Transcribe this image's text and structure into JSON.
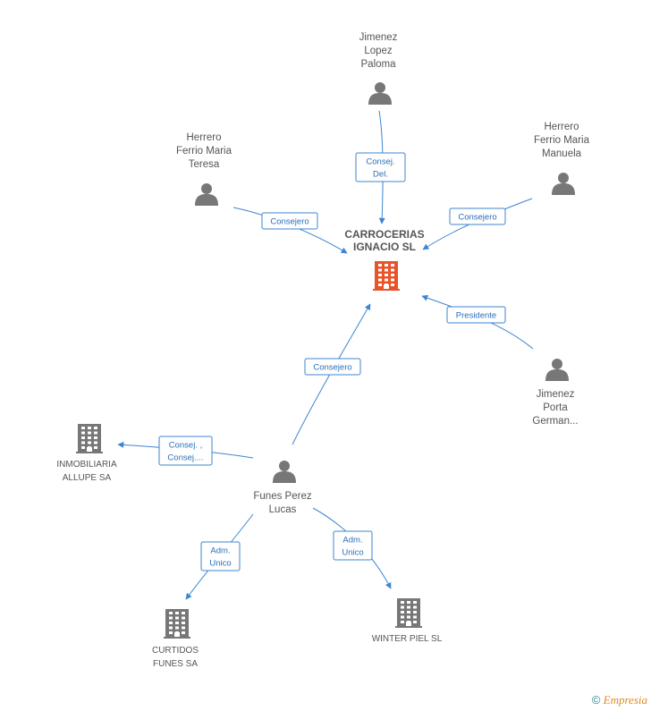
{
  "colors": {
    "edge": "#3d85d1",
    "person": "#777777",
    "company": "#777777",
    "center": "#e8532a"
  },
  "footer": {
    "copyright": "©",
    "brand_initial": "E",
    "brand_rest": "mpresia"
  },
  "nodes": [
    {
      "id": "center",
      "kind": "company-center",
      "lines": [
        "CARROCERIAS",
        "IGNACIO SL"
      ]
    },
    {
      "id": "jlp",
      "kind": "person",
      "lines": [
        "Jimenez",
        "Lopez",
        "Paloma"
      ]
    },
    {
      "id": "hfmt",
      "kind": "person",
      "lines": [
        "Herrero",
        "Ferrio Maria",
        "Teresa"
      ]
    },
    {
      "id": "hfmm",
      "kind": "person",
      "lines": [
        "Herrero",
        "Ferrio Maria",
        "Manuela"
      ]
    },
    {
      "id": "jpg",
      "kind": "person",
      "lines": [
        "Jimenez",
        "Porta",
        "German..."
      ]
    },
    {
      "id": "fpl",
      "kind": "person",
      "lines": [
        "Funes Perez",
        "Lucas"
      ]
    },
    {
      "id": "inmo",
      "kind": "company",
      "lines": [
        "INMOBILIARIA",
        "ALLUPE SA"
      ]
    },
    {
      "id": "curt",
      "kind": "company",
      "lines": [
        "CURTIDOS",
        "FUNES SA"
      ]
    },
    {
      "id": "wint",
      "kind": "company",
      "lines": [
        "WINTER PIEL SL"
      ]
    }
  ],
  "edges": [
    {
      "from": "jlp",
      "to": "center",
      "label": [
        "Consej.",
        "Del."
      ]
    },
    {
      "from": "hfmt",
      "to": "center",
      "label": [
        "Consejero"
      ]
    },
    {
      "from": "hfmm",
      "to": "center",
      "label": [
        "Consejero"
      ]
    },
    {
      "from": "jpg",
      "to": "center",
      "label": [
        "Presidente"
      ]
    },
    {
      "from": "fpl",
      "to": "center",
      "label": [
        "Consejero"
      ]
    },
    {
      "from": "fpl",
      "to": "inmo",
      "label": [
        "Consej. ,",
        "Consej...."
      ]
    },
    {
      "from": "fpl",
      "to": "curt",
      "label": [
        "Adm.",
        "Unico"
      ]
    },
    {
      "from": "fpl",
      "to": "wint",
      "label": [
        "Adm.",
        "Unico"
      ]
    }
  ]
}
